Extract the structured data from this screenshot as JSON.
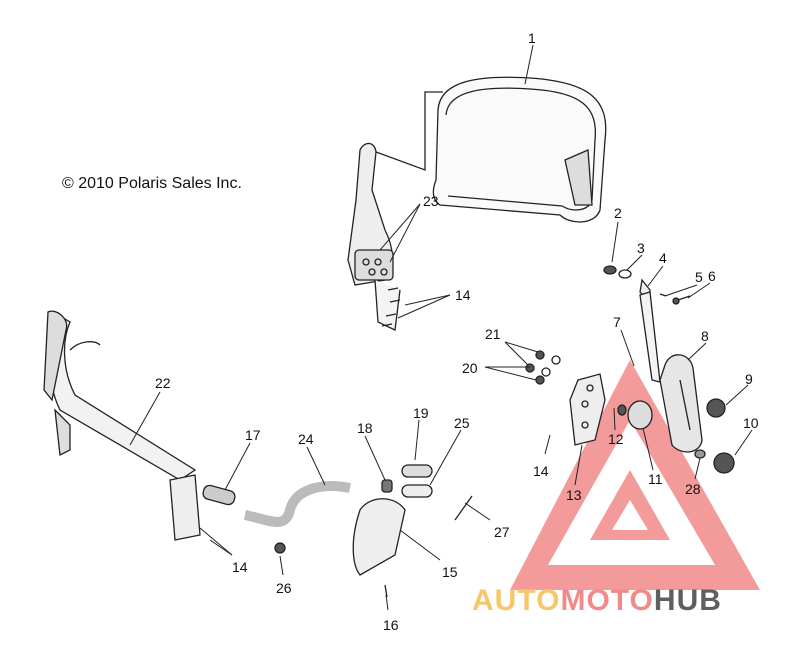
{
  "copyright": "© 2010 Polaris Sales Inc.",
  "callouts": [
    "1",
    "2",
    "3",
    "4",
    "5",
    "6",
    "7",
    "8",
    "9",
    "10",
    "11",
    "12",
    "13",
    "14",
    "14",
    "14",
    "15",
    "16",
    "17",
    "18",
    "19",
    "20",
    "21",
    "22",
    "23",
    "24",
    "25",
    "26",
    "27",
    "28"
  ],
  "watermark": {
    "part1": "AUTO",
    "part2": "MOTO",
    "part3": "HUB",
    "colors": {
      "triangle": "#f07a7a",
      "auto": "#f7c66b",
      "moto": "#f28a8a",
      "hub": "#5f5f5f"
    }
  }
}
